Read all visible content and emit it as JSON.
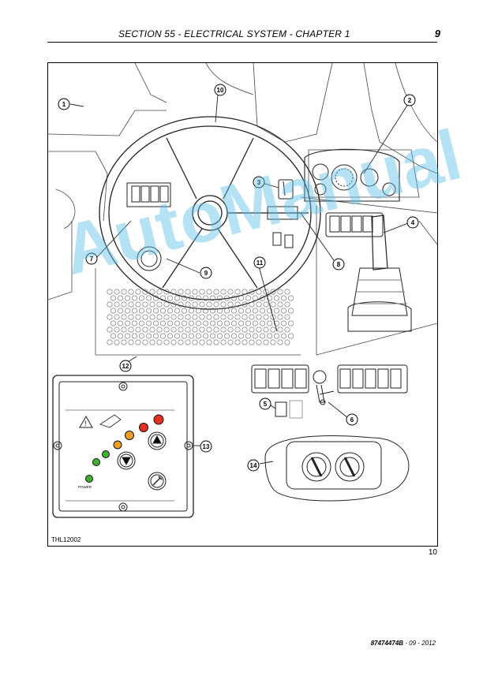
{
  "header": {
    "title": "SECTION 55 - ELECTRICAL SYSTEM - CHAPTER 1",
    "page_number": "9"
  },
  "figure": {
    "code": "THL12002",
    "number": "10",
    "callouts": [
      "1",
      "2",
      "3",
      "4",
      "5",
      "6",
      "7",
      "8",
      "9",
      "10",
      "11",
      "12",
      "13",
      "14"
    ],
    "panel_label": "POWER",
    "icon": "tractor-dashboard-electrical-layout"
  },
  "watermark": "AutoManual",
  "footer": {
    "part_number": "87474474B",
    "date": "- 09 - 2012"
  },
  "colors": {
    "led_red": "#e53020",
    "led_orange": "#f0a020",
    "led_green": "#40b030",
    "watermark": "#5abee6"
  }
}
